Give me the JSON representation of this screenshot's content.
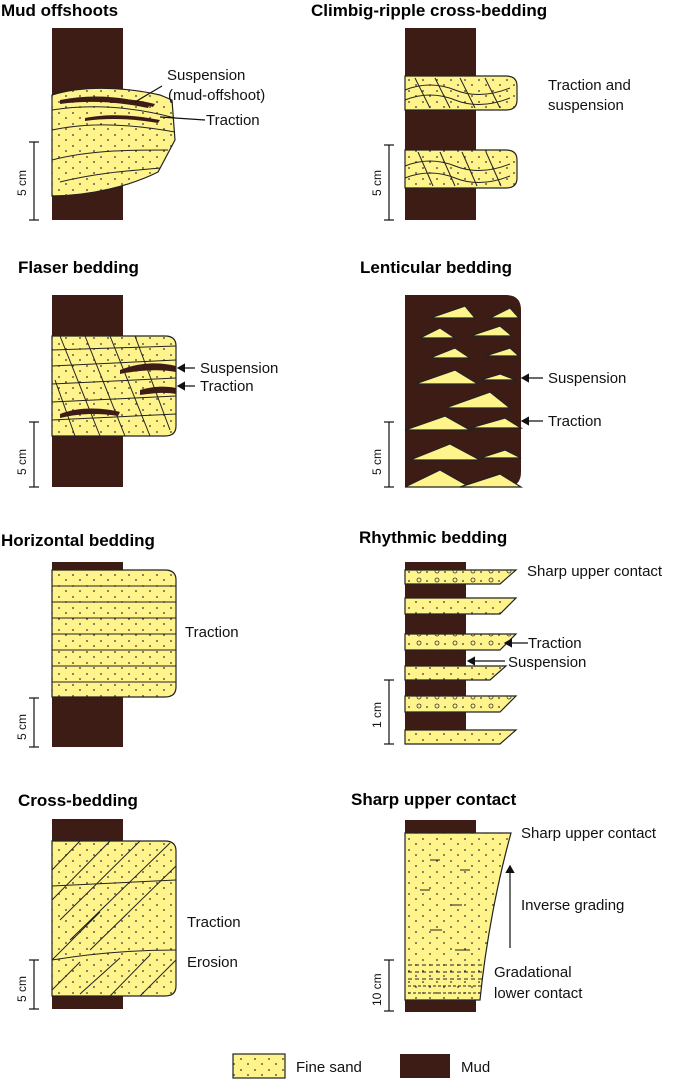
{
  "panels": {
    "mud_offshoots": {
      "title": "Mud offshoots",
      "labels": [
        "Suspension",
        "(mud-offshoot)",
        "Traction"
      ],
      "scale": "5 cm"
    },
    "climbing_ripple": {
      "title": "Climbig-ripple cross-bedding",
      "labels": [
        "Traction and",
        "suspension"
      ],
      "scale": "5 cm"
    },
    "flaser": {
      "title": "Flaser bedding",
      "labels": [
        "Suspension",
        "Traction"
      ],
      "scale": "5 cm"
    },
    "lenticular": {
      "title": "Lenticular bedding",
      "labels": [
        "Suspension",
        "Traction"
      ],
      "scale": "5 cm"
    },
    "horizontal": {
      "title": "Horizontal bedding",
      "labels": [
        "Traction"
      ],
      "scale": "5 cm"
    },
    "rhythmic": {
      "title": "Rhythmic bedding",
      "labels": [
        "Sharp upper contact",
        "Traction",
        "Suspension"
      ],
      "scale": "1 cm"
    },
    "cross": {
      "title": "Cross-bedding",
      "labels": [
        "Traction",
        "Erosion"
      ],
      "scale": "5 cm"
    },
    "sharp_upper": {
      "title": "Sharp upper contact",
      "labels": [
        "Sharp upper contact",
        "Inverse grading",
        "Gradational",
        "lower contact"
      ],
      "scale": "10 cm"
    }
  },
  "legend": {
    "sand": "Fine sand",
    "mud": "Mud"
  },
  "colors": {
    "sand": "#fff48c",
    "mud": "#3e1c16",
    "outline": "#222222"
  }
}
